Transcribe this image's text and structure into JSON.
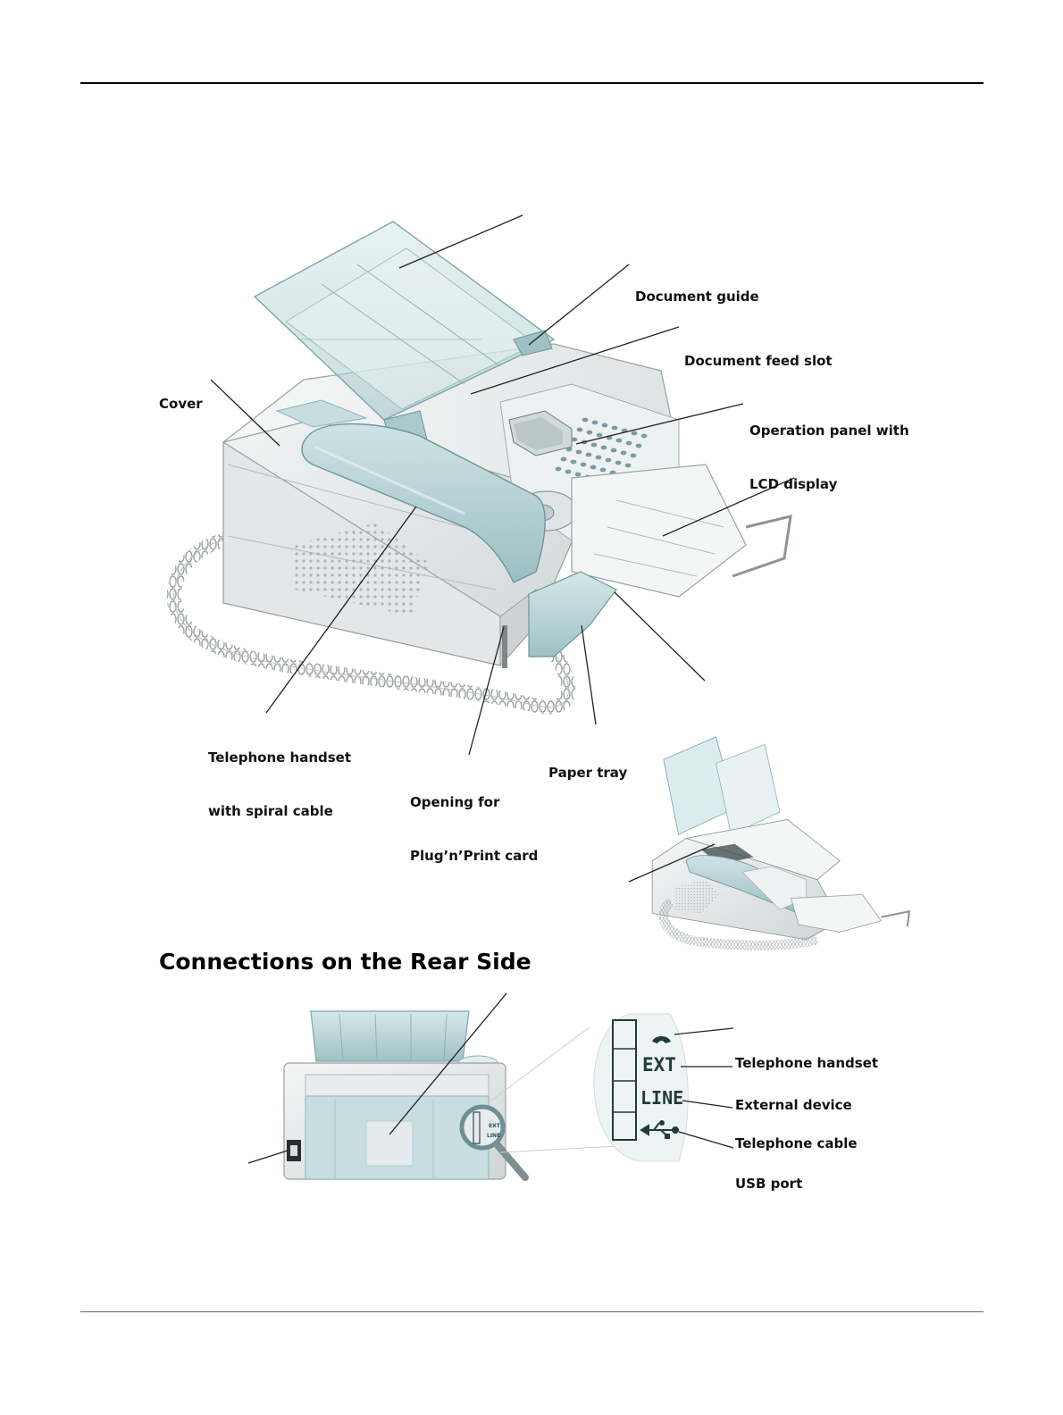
{
  "labels": {
    "document_guide": "Document guide",
    "document_feed_slot": "Document feed slot",
    "cover": "Cover",
    "operation_panel_line1": "Operation panel with",
    "operation_panel_line2": "LCD display",
    "telephone_handset_line1": "Telephone handset",
    "telephone_handset_line2": "with spiral cable",
    "paper_tray": "Paper tray",
    "opening_line1": "Opening for",
    "opening_line2": "Plug’n’Print card"
  },
  "section": {
    "heading": "Connections on the Rear Side"
  },
  "connections": {
    "telephone_handset": "Telephone handset",
    "external_device": "External device",
    "telephone_cable": "Telephone cable",
    "usb_port": "USB port",
    "ext_symbol": "EXT",
    "line_symbol": "LINE"
  },
  "colors": {
    "body_light": "#eef0f0",
    "body_shade": "#d4d9da",
    "handset": "#b9d3d6",
    "tray_glass": "#dcebee",
    "teal_dark": "#5c8f93",
    "leader": "#222222"
  },
  "icons": [
    "handset-port-icon",
    "usb-port-icon",
    "magnifier-icon"
  ]
}
